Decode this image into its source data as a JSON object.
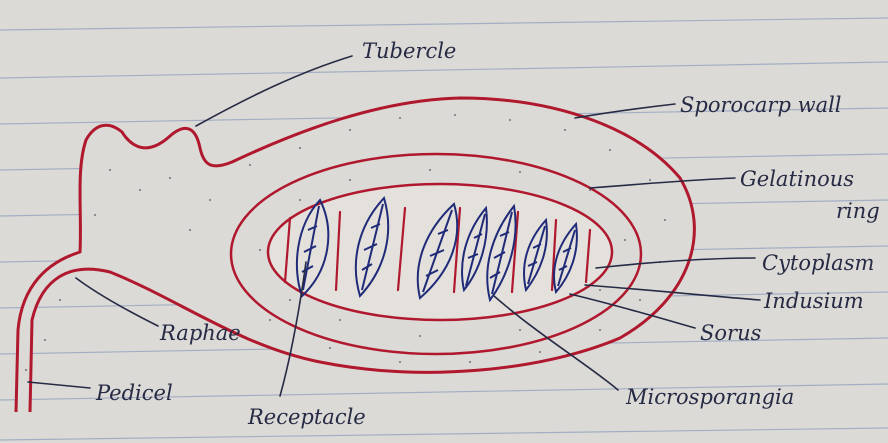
{
  "colors": {
    "paper": "#dcdad6",
    "rule_line": "#9aa7c2",
    "outline_red": "#b0182e",
    "ink_blue": "#1f2a78",
    "label_ink": "#262a44"
  },
  "labels": {
    "tubercle": "Tubercle",
    "sporocarp_wall": "Sporocarp wall",
    "gelatinous": "Gelatinous",
    "ring": "ring",
    "cytoplasm": "Cytoplasm",
    "indusium": "Indusium",
    "sorus": "Sorus",
    "microsporangia": "Microsporangia",
    "receptacle": "Receptacle",
    "raphae": "Raphae",
    "pedicel": "Pedicel"
  }
}
